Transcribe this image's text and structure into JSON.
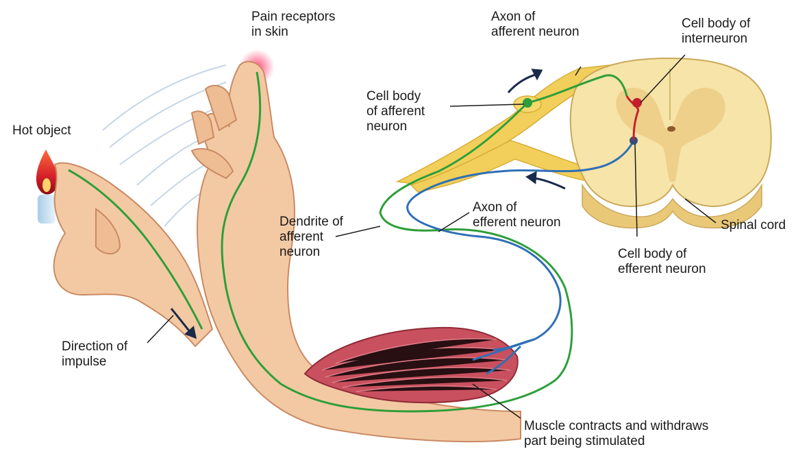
{
  "labels": {
    "pain_receptors": [
      "Pain receptors",
      "in skin"
    ],
    "hot_object": [
      "Hot object"
    ],
    "axon_afferent": [
      "Axon of",
      "afferent neuron"
    ],
    "cell_body_interneuron": [
      "Cell body of",
      "interneuron"
    ],
    "cell_body_afferent": [
      "Cell body",
      "of afferent",
      "neuron"
    ],
    "axon_efferent": [
      "Axon of",
      "efferent neuron"
    ],
    "dendrite_afferent": [
      "Dendrite of",
      "afferent",
      "neuron"
    ],
    "spinal_cord": [
      "Spinal cord"
    ],
    "cell_body_efferent": [
      "Cell body of",
      "efferent neuron"
    ],
    "direction_impulse": [
      "Direction of",
      "impulse"
    ],
    "muscle": [
      "Muscle contracts and withdraws",
      "part being stimulated"
    ]
  },
  "colors": {
    "afferent_neuron": "#2e9e3a",
    "efferent_neuron": "#2f6fb5",
    "interneuron": "#c4202c",
    "spinal_cord": "#f6e4a8",
    "skin": "#f3c9a4",
    "muscle": "#c9505e",
    "nerve": "#f2cf5a"
  }
}
